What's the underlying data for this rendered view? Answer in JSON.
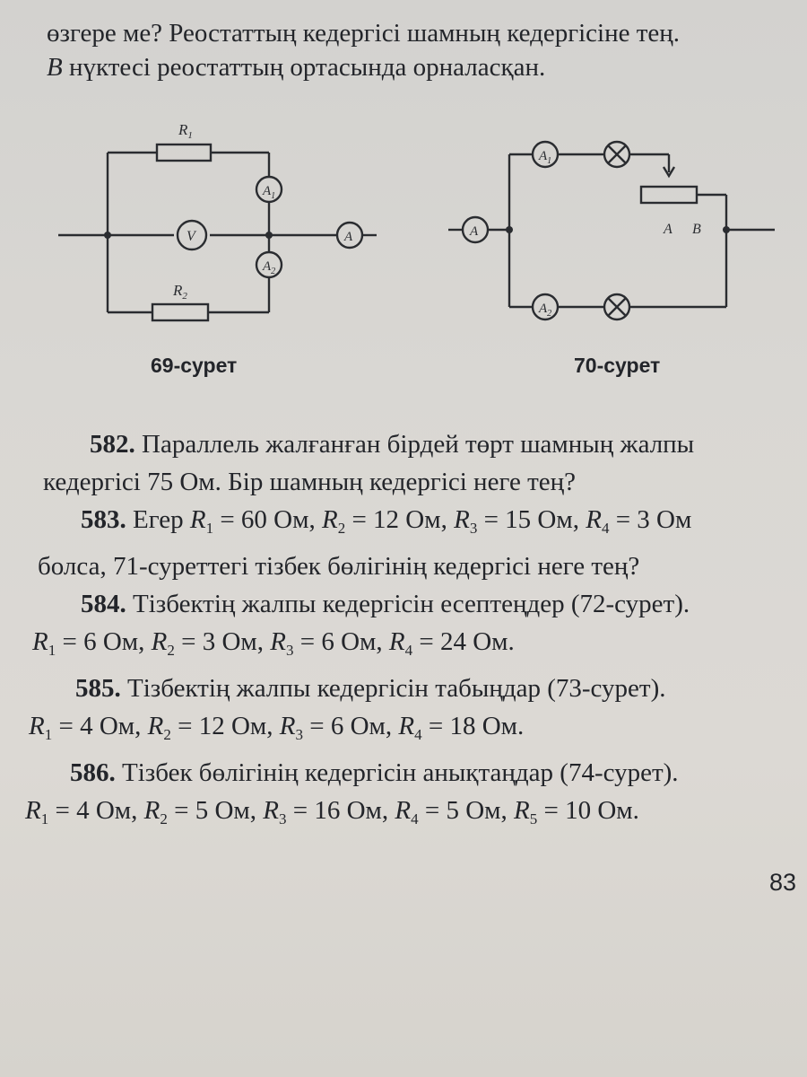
{
  "intro": {
    "line1": "өзгере ме? Реостаттың кедергісі шамның кедергісіне тең.",
    "line2_var": "B",
    "line2_rest": " нүктесі реостаттың ортасында орналасқан."
  },
  "figures": {
    "fig69": {
      "caption": "69-сурет",
      "r1_base": "R",
      "r1_sub": "1",
      "r2_base": "R",
      "r2_sub": "2",
      "voltmeter": "V",
      "ammeter": "A",
      "a1_base": "A",
      "a1_sub": "1",
      "a2_base": "A",
      "a2_sub": "2"
    },
    "fig70": {
      "caption": "70-сурет",
      "ammeter": "A",
      "a1_base": "A",
      "a1_sub": "1",
      "a2_base": "A",
      "a2_sub": "2",
      "point_a": "A",
      "point_b": "B"
    }
  },
  "problems": {
    "p582": {
      "num": "582.",
      "line1": " Параллель жалғанған бірдей төрт шамның жалпы",
      "line2": "кедергісі  75 Ом. Бір шамның кедергісі неге тең?"
    },
    "p583": {
      "num": "583.",
      "pre": " Егер ",
      "r": [
        {
          "base": "R",
          "sub": "1",
          "val": " = 60 Ом,  "
        },
        {
          "base": "R",
          "sub": "2",
          "val": " = 12 Ом, "
        },
        {
          "base": "R",
          "sub": "3",
          "val": " = 15 Ом,  "
        },
        {
          "base": "R",
          "sub": "4",
          "val": " = 3 Ом"
        }
      ],
      "line2": "болса, 71-суреттегі тізбек бөлігінің кедергісі неге тең?"
    },
    "p584": {
      "num": "584.",
      "line1": " Тізбектің жалпы кедергісін есептеңдер (72-сурет).",
      "r": [
        {
          "base": "R",
          "sub": "1",
          "val": " = 6 Ом,  "
        },
        {
          "base": "R",
          "sub": "2",
          "val": " = 3 Ом,  "
        },
        {
          "base": "R",
          "sub": "3",
          "val": " = 6 Ом,  "
        },
        {
          "base": "R",
          "sub": "4",
          "val": " = 24 Ом."
        }
      ]
    },
    "p585": {
      "num": "585.",
      "line1": " Тізбектің жалпы кедергісін табыңдар  (73-сурет).",
      "r": [
        {
          "base": "R",
          "sub": "1",
          "val": " = 4 Ом, "
        },
        {
          "base": "R",
          "sub": "2",
          "val": " = 12 Ом,  "
        },
        {
          "base": "R",
          "sub": "3",
          "val": " = 6 Ом,  "
        },
        {
          "base": "R",
          "sub": "4",
          "val": " = 18 Ом."
        }
      ]
    },
    "p586": {
      "num": "586.",
      "line1": " Тізбек бөлігінің кедергісін анықтаңдар (74-сурет).",
      "r": [
        {
          "base": "R",
          "sub": "1",
          "val": " = 4 Ом,  "
        },
        {
          "base": "R",
          "sub": "2",
          "val": " = 5 Ом,  "
        },
        {
          "base": "R",
          "sub": "3",
          "val": " = 16 Ом,  "
        },
        {
          "base": "R",
          "sub": "4",
          "val": " = 5 Ом,  "
        },
        {
          "base": "R",
          "sub": "5",
          "val": " = 10 Ом."
        }
      ]
    }
  },
  "page_number": "83"
}
